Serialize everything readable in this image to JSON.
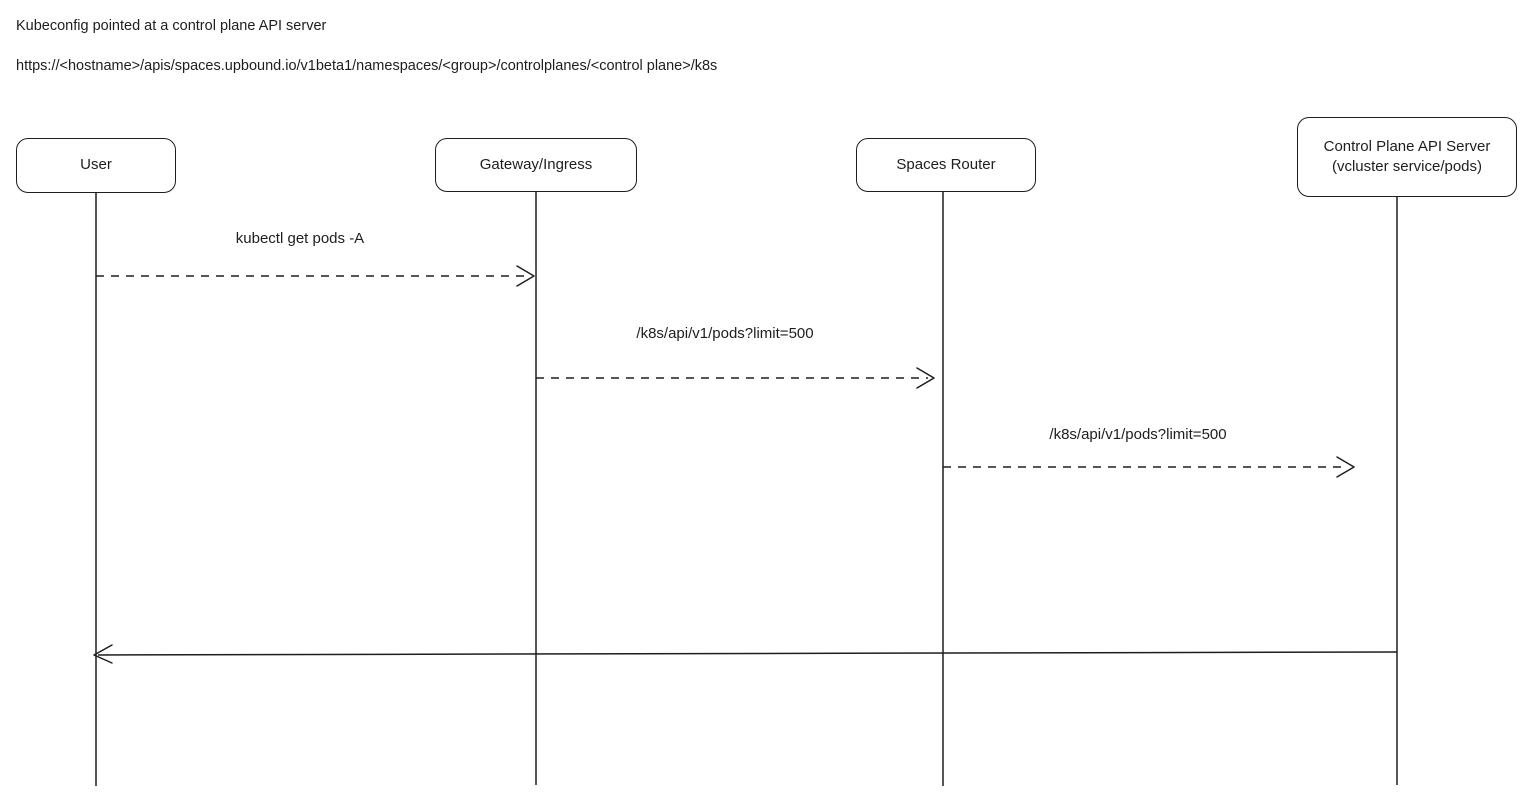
{
  "header": {
    "title": "Kubeconfig pointed at a control plane API server",
    "url": "https://<hostname>/apis/spaces.upbound.io/v1beta1/namespaces/<group>/controlplanes/<control plane>/k8s"
  },
  "diagram": {
    "type": "sequence-diagram",
    "actors": [
      {
        "id": "user",
        "label": "User"
      },
      {
        "id": "gateway",
        "label": "Gateway/Ingress"
      },
      {
        "id": "spaces-router",
        "label": "Spaces Router"
      },
      {
        "id": "control-plane-api-server",
        "label": "Control Plane API Server",
        "sublabel": "(vcluster service/pods)"
      }
    ],
    "messages": [
      {
        "from": "User",
        "to": "Gateway/Ingress",
        "label": "kubectl get pods -A",
        "line_style": "dashed"
      },
      {
        "from": "Gateway/Ingress",
        "to": "Spaces Router",
        "label": "/k8s/api/v1/pods?limit=500",
        "line_style": "dashed"
      },
      {
        "from": "Spaces Router",
        "to": "Control Plane API Server",
        "label": "/k8s/api/v1/pods?limit=500",
        "line_style": "dashed"
      },
      {
        "from": "Control Plane API Server",
        "to": "User",
        "label": "",
        "line_style": "solid"
      }
    ],
    "colors": {
      "stroke": "#1e1e1e",
      "background": "#ffffff"
    }
  }
}
